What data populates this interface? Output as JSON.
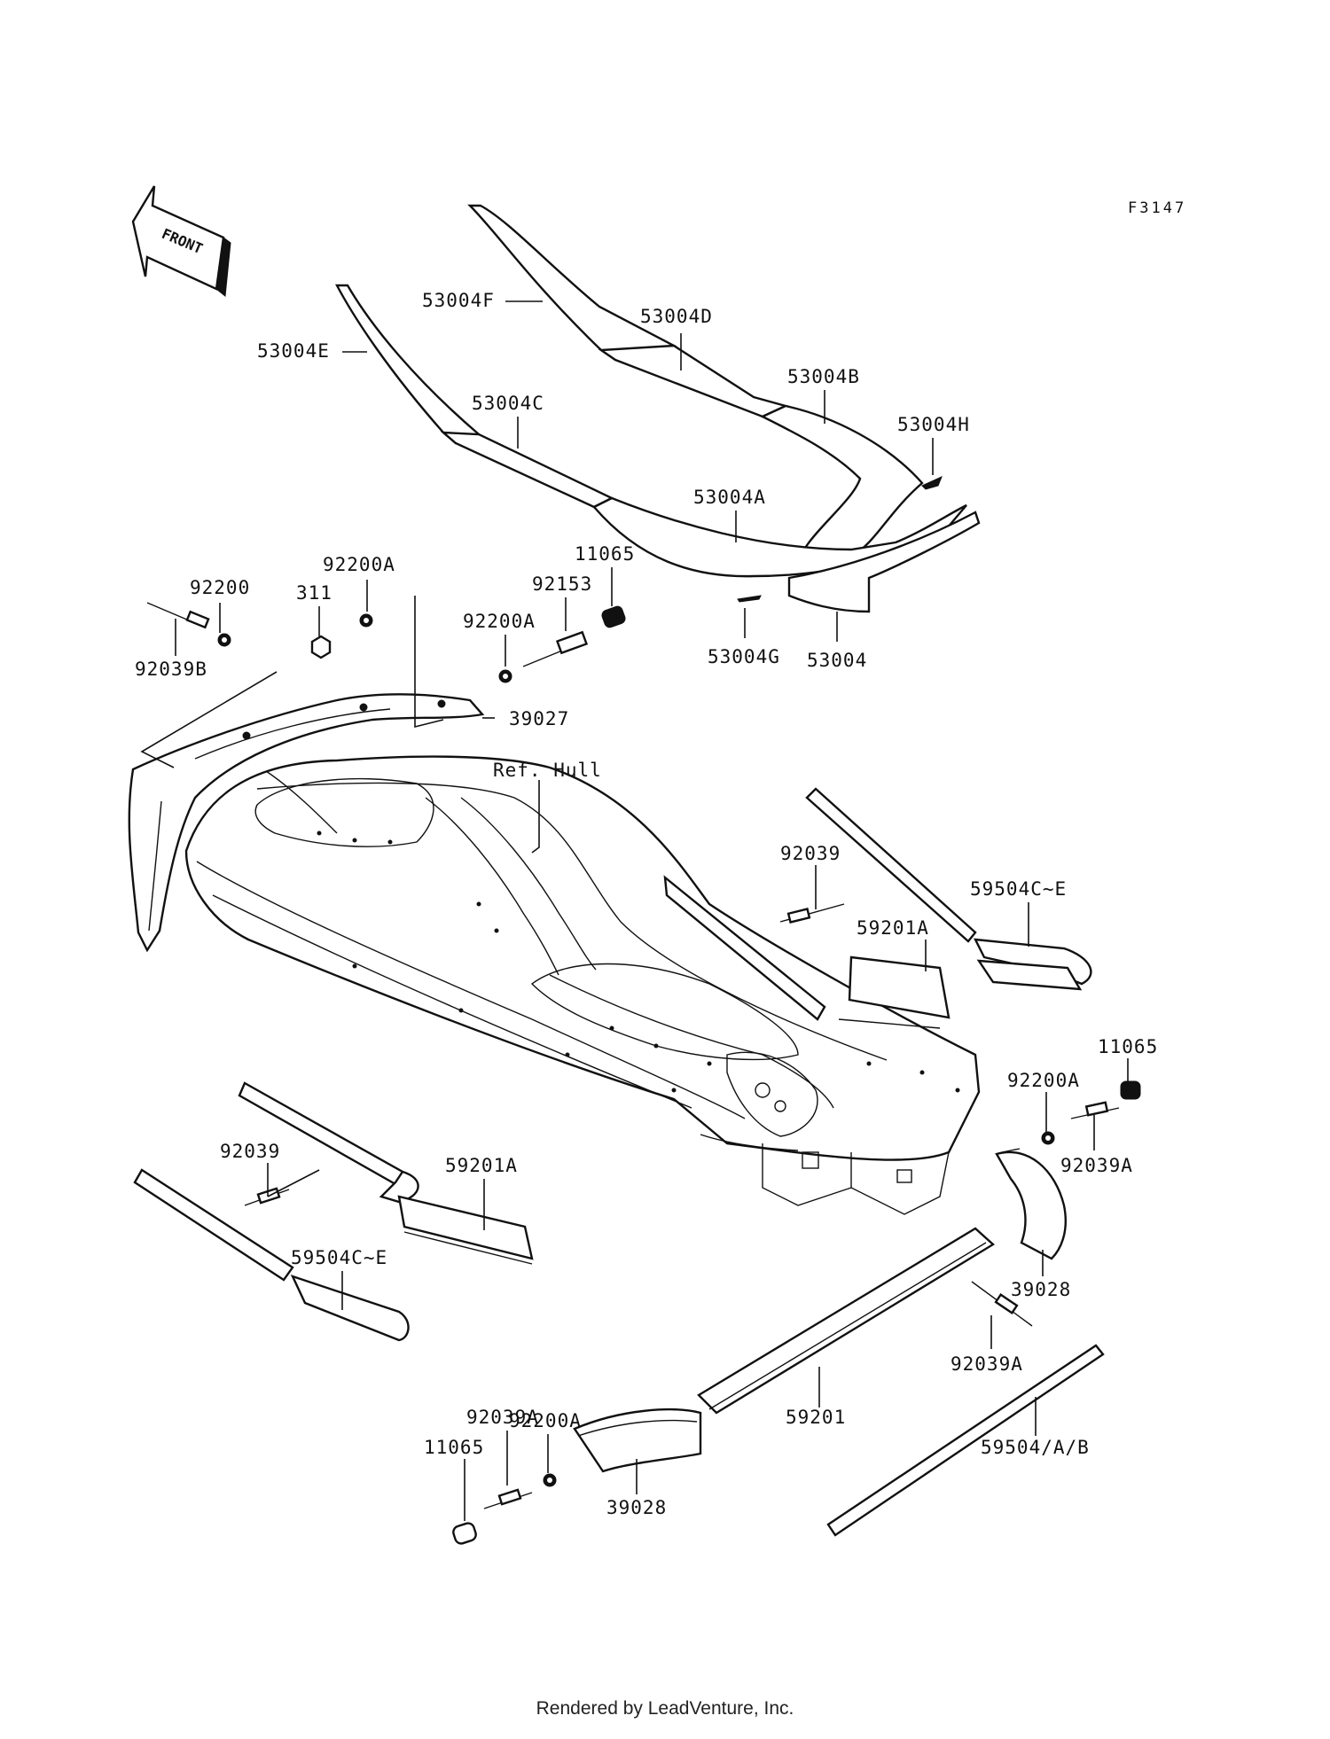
{
  "diagram": {
    "drawing_code": "F3147",
    "front_arrow": "FRONT",
    "reference_label": "Ref. Hull",
    "footer": "Rendered by LeadVenture, Inc.",
    "labels": {
      "p53004F": "53004F",
      "p53004D": "53004D",
      "p53004E": "53004E",
      "p53004B": "53004B",
      "p53004C": "53004C",
      "p53004H": "53004H",
      "p53004A": "53004A",
      "p53004G": "53004G",
      "p53004": "53004",
      "p11065_top": "11065",
      "p92200A_top": "92200A",
      "p92153": "92153",
      "p92200": "92200",
      "p311": "311",
      "p92200A_mid": "92200A",
      "p92039B": "92039B",
      "p39027": "39027",
      "p92039_right": "92039",
      "p59504CE_right": "59504C~E",
      "p59201A_right": "59201A",
      "p11065_right": "11065",
      "p92200A_right": "92200A",
      "p92039A_right": "92039A",
      "p92039_left": "92039",
      "p59201A_left": "59201A",
      "p59504CE_left": "59504C~E",
      "p39028_right": "39028",
      "p92039A_lower": "92039A",
      "p92200A_bottom": "92200A",
      "p92039A_bottom": "92039A",
      "p11065_bottom": "11065",
      "p59201": "59201",
      "p59504AB": "59504/A/B",
      "p39028_bottom": "39028"
    }
  }
}
